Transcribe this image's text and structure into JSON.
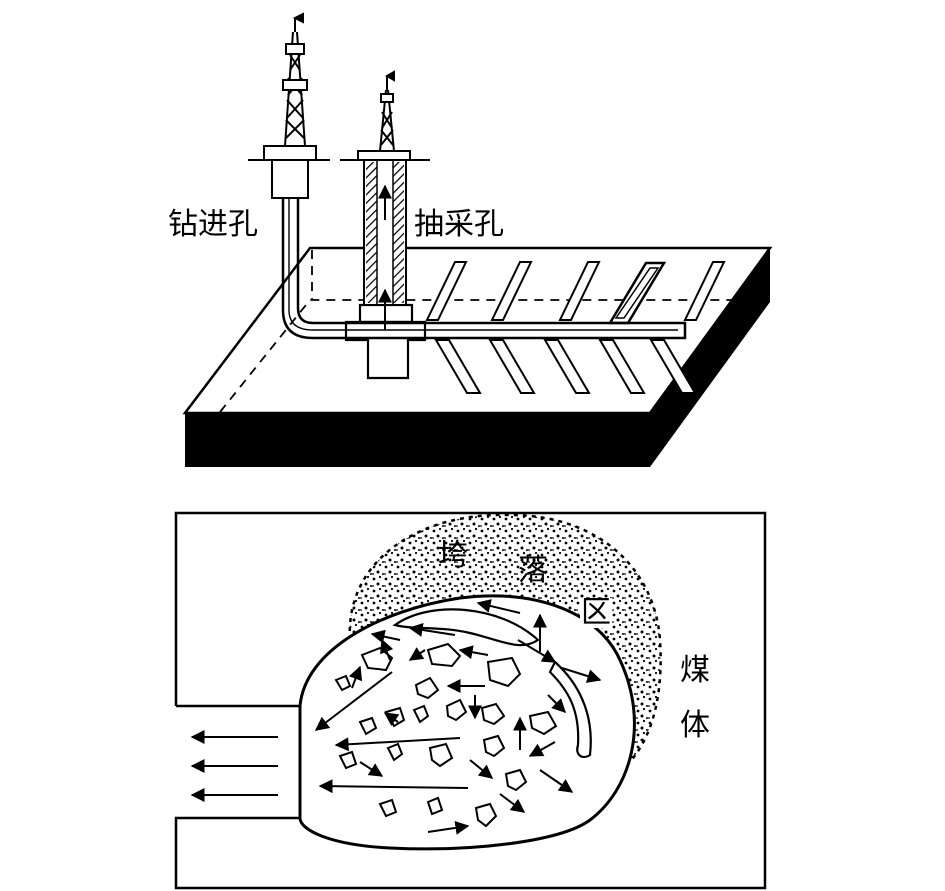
{
  "top_diagram": {
    "labels": {
      "drilling_hole": "钻进孔",
      "extraction_hole": "抽采孔"
    }
  },
  "bottom_diagram": {
    "labels": {
      "collapse_zone": [
        "垮",
        "落",
        "区"
      ],
      "coal_body": [
        "煤",
        "体"
      ]
    }
  }
}
